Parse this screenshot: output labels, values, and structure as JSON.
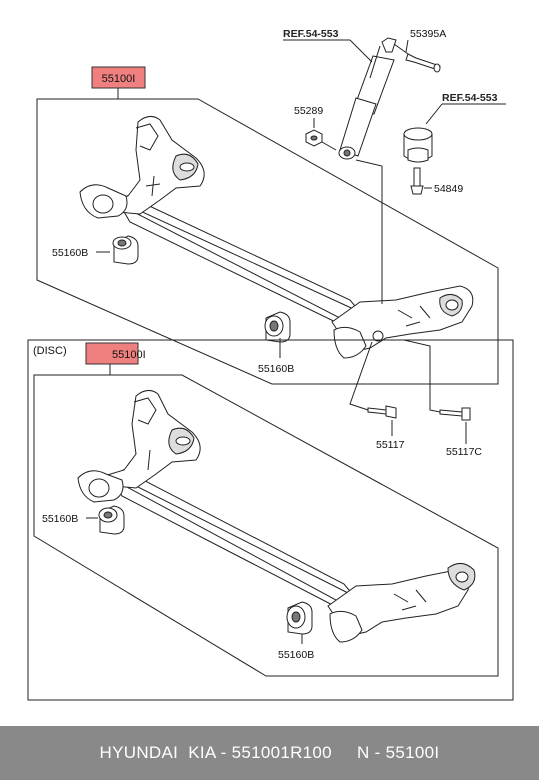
{
  "upper_assembly": {
    "part_no": "55100I",
    "labels": {
      "ref_shock": "REF.54-553",
      "ref_mount": "REF.54-553",
      "bolt_top": "55395A",
      "nut": "55289",
      "bolt_mount": "54849",
      "bushing_front": "55160B",
      "bushing_rear": "55160B",
      "bolt_bottom": "55117",
      "bolt_pin": "55117C"
    }
  },
  "lower_assembly": {
    "variant": "(DISC)",
    "part_no": "55100I",
    "labels": {
      "bushing_front": "55160B",
      "bushing_rear": "55160B"
    }
  },
  "colors": {
    "highlight": "#f08080",
    "footer_bg": "#898989"
  },
  "footer": {
    "text": "HYUNDAI  KIA - 551001R100     N - 55100I"
  }
}
